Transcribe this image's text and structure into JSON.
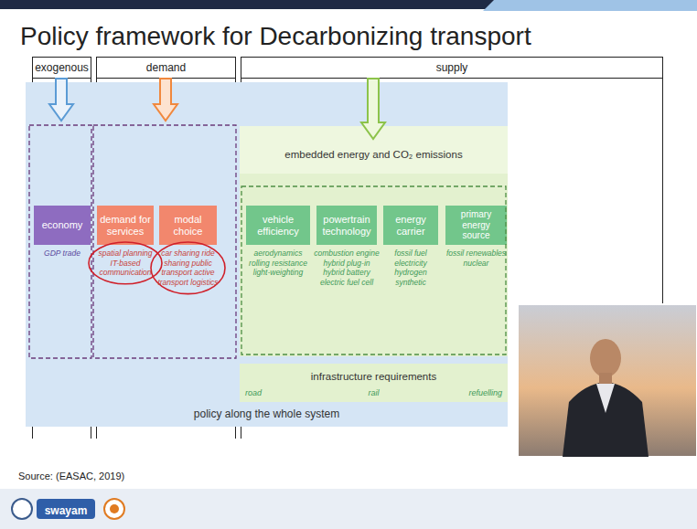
{
  "diagram": {
    "title": "Policy framework for Decarbonizing transport",
    "nodes": [
      {
        "text": [
          "exogenous"
        ]
      },
      {
        "text": [
          "demand"
        ]
      },
      {
        "text": [
          "supply"
        ]
      },
      {
        "text": [
          "policy along the whole system"
        ]
      },
      {
        "text": [
          "embedded energy and CO₂ emissions"
        ],
        "in": 3
      },
      {
        "text": [
          "economy",
          "GDP trade"
        ],
        "in": 3
      },
      {
        "text": [
          "demand for services",
          "spatial planning IT-based communication"
        ],
        "in": 3
      },
      {
        "text": [
          "modal choice",
          "car sharing ride sharing public transport active transport logistics"
        ],
        "in": 3
      },
      {
        "text": [
          "vehicle efficiency",
          "aerodynamics rolling resistance light-weighting"
        ],
        "in": 4
      },
      {
        "text": [
          "powertrain technology",
          "combustion engine hybrid plug-in hybrid battery electric fuel cell"
        ],
        "in": 4
      },
      {
        "text": [
          "energy carrier",
          "fossil fuel electricity hydrogen synthetic"
        ],
        "in": 4
      },
      {
        "text": [
          "primary energy source",
          "fossil renewables nuclear"
        ],
        "in": 4
      },
      {
        "text": [
          "infrastructure requirements",
          "road",
          "rail",
          "refuelling"
        ],
        "in": 3
      }
    ],
    "labels": [
      "Source: (EASAC, 2019)",
      "swayam"
    ]
  }
}
